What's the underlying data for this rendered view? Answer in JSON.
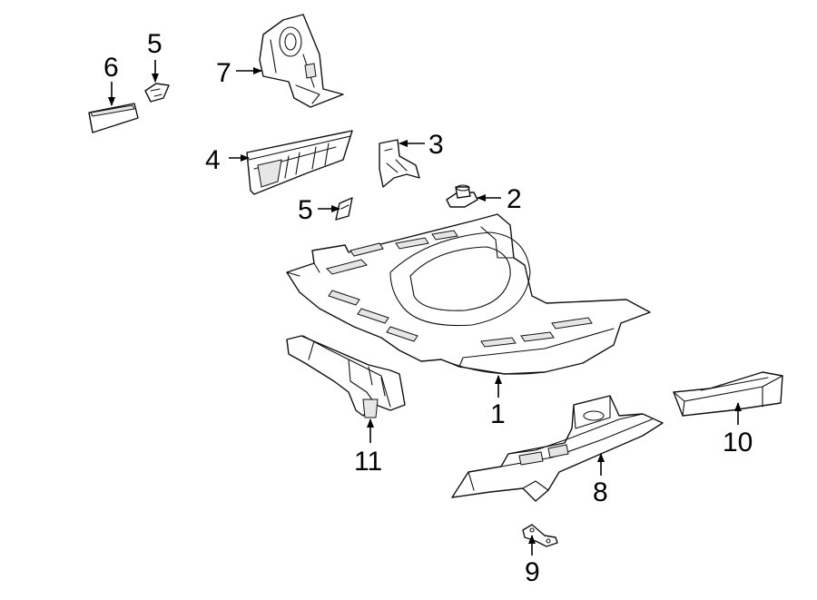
{
  "diagram": {
    "callouts": [
      {
        "id": "c1",
        "label": "1"
      },
      {
        "id": "c2",
        "label": "2"
      },
      {
        "id": "c3",
        "label": "3"
      },
      {
        "id": "c4",
        "label": "4"
      },
      {
        "id": "c5a",
        "label": "5"
      },
      {
        "id": "c5b",
        "label": "5"
      },
      {
        "id": "c6",
        "label": "6"
      },
      {
        "id": "c7",
        "label": "7"
      },
      {
        "id": "c8",
        "label": "8"
      },
      {
        "id": "c9",
        "label": "9"
      },
      {
        "id": "c10",
        "label": "10"
      },
      {
        "id": "c11",
        "label": "11"
      }
    ]
  }
}
